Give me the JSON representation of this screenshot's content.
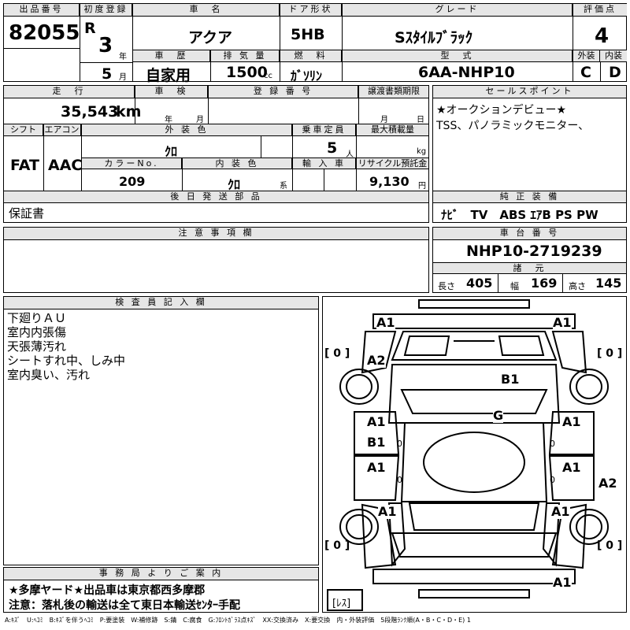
{
  "header": {
    "lot_label": "出品番号",
    "lot_no": "82055",
    "reg_label": "初度登録",
    "era": "R",
    "year": "3",
    "year_unit": "年",
    "month": "5",
    "month_unit": "月",
    "name_label": "車　名",
    "name": "アクア",
    "door_label": "ドア形状",
    "door": "5HB",
    "grade_label": "グレード",
    "grade": "Sｽﾀｲﾙﾌﾞﾗｯｸ",
    "score_label": "評価点",
    "score": "4",
    "history_label": "車　歴",
    "history": "自家用",
    "disp_label": "排 気 量",
    "disp": "1500",
    "disp_unit": "cc",
    "fuel_label": "燃　料",
    "fuel": "ｶﾞｿﾘﾝ",
    "model_label": "型　式",
    "model": "6AA-NHP10",
    "ext_label": "外装",
    "ext": "C",
    "int_label": "内装",
    "int": "D"
  },
  "row2": {
    "mileage_label": "走　行",
    "mileage": "35,543",
    "mileage_unit": "km",
    "inspect_label": "車　検",
    "inspect_y": "年",
    "inspect_m": "月",
    "plate_label": "登 録 番 号",
    "transfer_label": "譲渡書類期限",
    "transfer_m": "月",
    "transfer_d": "日",
    "shift_label": "シフト",
    "shift": "FAT",
    "ac_label": "エアコン",
    "ac": "AAC",
    "color_label": "外 装 色",
    "color": "ｸﾛ",
    "seats_label": "乗車定員",
    "seats": "5",
    "seats_unit": "人",
    "load_label": "最大積載量",
    "load_unit": "kg",
    "colorno_label": "カラーNo.",
    "colorno": "209",
    "intcolor_label": "内 装 色",
    "intcolor": "ｸﾛ",
    "intcolor_unit": "系",
    "import_label": "輸 入 車",
    "recycle_label": "リサイクル預託金",
    "recycle": "9,130",
    "recycle_unit": "円",
    "later_label": "後 日 発 送 部 品",
    "later": "保証書"
  },
  "sales": {
    "label": "セールスポイント",
    "lines": [
      "★オークションデビュー★",
      "TSS、パノラミックモニター、"
    ]
  },
  "equip": {
    "label": "純 正 装 備",
    "text": "ﾅﾋﾞ　TV　ABS ｴｱB PS PW"
  },
  "notes": {
    "label": "注 意 事 項 欄"
  },
  "chassis": {
    "label": "車 台 番 号",
    "number": "NHP10-2719239",
    "dims_label": "諸　元",
    "len_label": "長さ",
    "len": "405",
    "wid_label": "幅",
    "wid": "169",
    "hgt_label": "高さ",
    "hgt": "145"
  },
  "inspector": {
    "label": "検 査 員 記 入 欄",
    "lines": [
      "下廻りＡＵ",
      "室内内張傷",
      "天張薄汚れ",
      "シートすれ中、しみ中",
      "室内臭い、汚れ"
    ]
  },
  "office": {
    "label": "事 務 局 よ り ご 案 内",
    "lines": [
      "★多摩ヤード★出品車は東京都西多摩郡",
      "注意：落札後の輸送は全て東日本輸送ｾﾝﾀｰ手配"
    ]
  },
  "diagram": {
    "marks": {
      "front_left": "A1",
      "front_right": "A1",
      "hood_left": "A2",
      "roof": "B1",
      "glass": "G",
      "door_fl": "A1",
      "door_fl2": "B1",
      "door_fr": "A1",
      "door_rl": "A1",
      "door_rr": "A1",
      "quarter_r": "A2",
      "rear_l": "A1",
      "rear_r": "A1",
      "bumper_r": "A1"
    },
    "tires": {
      "fl": "[ 0 ]",
      "fr": "[ 0 ]",
      "rl": "[ 0 ]",
      "rr": "[ 0 ]"
    },
    "spare": "[ﾚｽ]"
  },
  "legend": "A:ｷｽﾞ　U:ﾍｺﾐ　B:ｷｽﾞを伴うﾍｺﾐ　P:要塗装　W:補修跡　S:錆　C:腐食　G:ﾌﾛﾝﾄｶﾞﾗｽ点ｷｽﾞ　XX:交換済み　X:要交換　内・外装評価　5段階ﾗﾝｸ順(A・B・C・D・E) 1"
}
